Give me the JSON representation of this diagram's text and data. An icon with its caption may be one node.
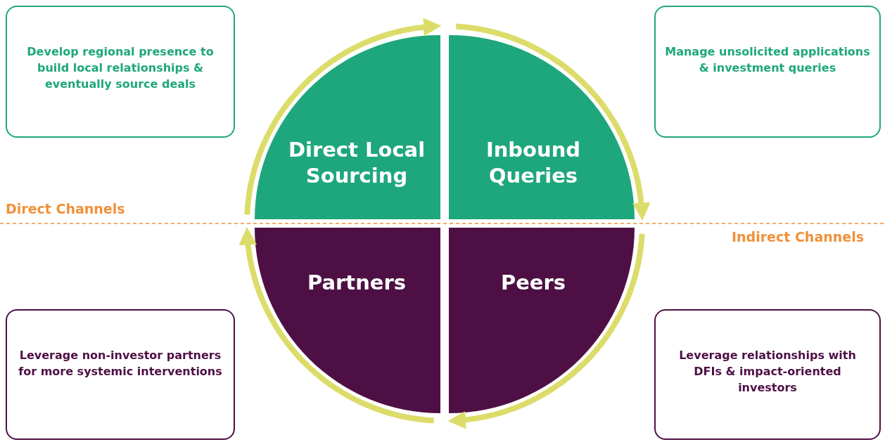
{
  "diagram": {
    "nodes": [
      {
        "text": [
          "Develop regional presence to build local relationships & eventually source deals"
        ]
      },
      {
        "text": [
          "Manage unsolicited applications & investment queries"
        ]
      },
      {
        "text": [
          "Direct Local Sourcing"
        ]
      },
      {
        "text": [
          "Inbound Queries"
        ]
      },
      {
        "text": [
          "Partners"
        ]
      },
      {
        "text": [
          "Peers"
        ]
      },
      {
        "text": [
          "Leverage non-investor partners for more systemic interventions"
        ]
      },
      {
        "text": [
          "Leverage relationships with DFIs & impact-oriented investors"
        ]
      }
    ],
    "edges": [
      {
        "from": 2,
        "to": 3,
        "arrow": "to"
      },
      {
        "from": 3,
        "to": 5,
        "arrow": "to"
      },
      {
        "from": 5,
        "to": 4,
        "arrow": "to"
      },
      {
        "from": 4,
        "to": 2,
        "arrow": "to"
      }
    ],
    "labels": [
      "Direct Channels",
      "Indirect Channels"
    ]
  }
}
